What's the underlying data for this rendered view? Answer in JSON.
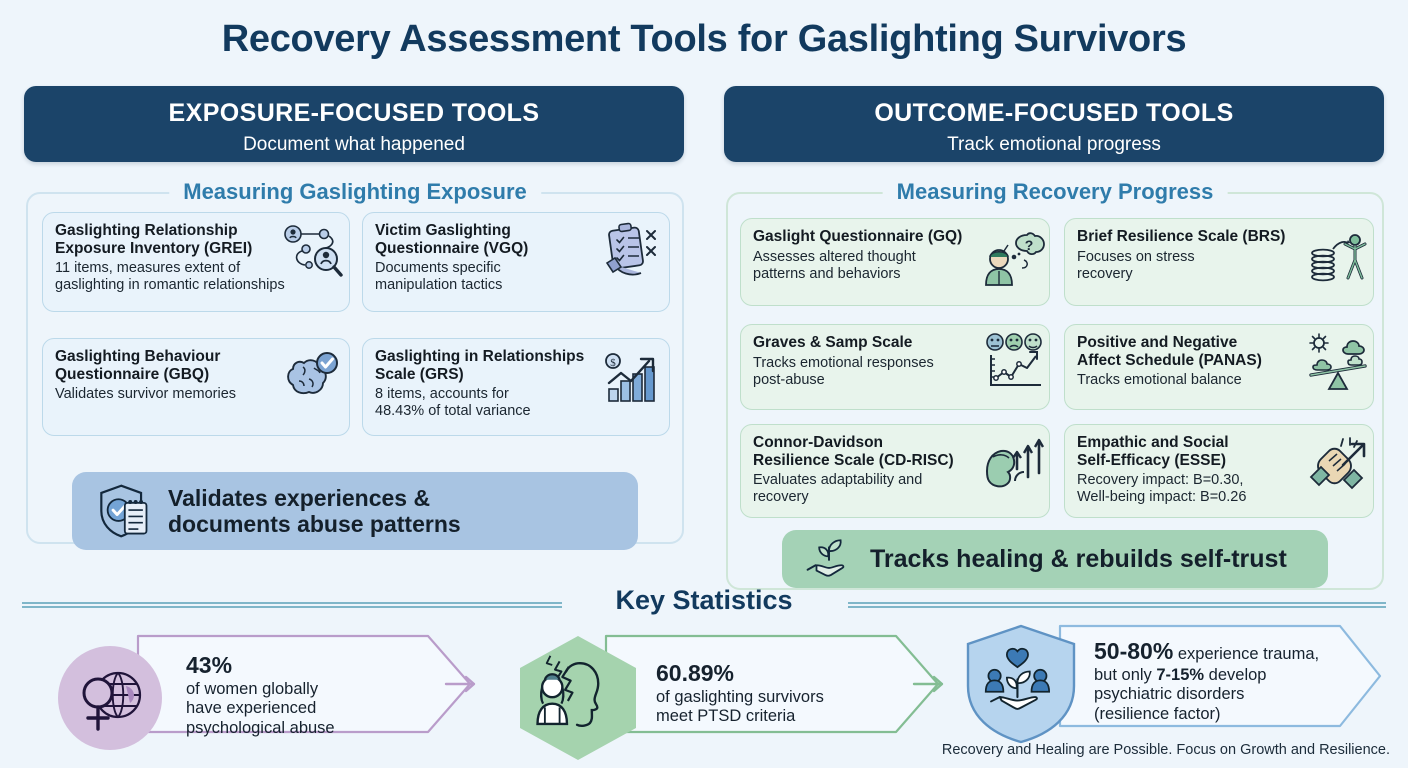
{
  "title": "Recovery Assessment Tools for Gaslighting Survivors",
  "columns": {
    "left": {
      "banner_title": "EXPOSURE-FOCUSED TOOLS",
      "banner_subtitle": "Document what happened",
      "legend": "Measuring Gaslighting Exposure",
      "summary": "Validates experiences &\ndocuments abuse patterns",
      "summary_icon": "shield-clipboard-check-icon",
      "cards": [
        {
          "title": "Gaslighting Relationship\nExposure Inventory (GREI)",
          "desc": "11 items, measures extent of\ngaslighting in romantic relationships",
          "icon": "network-magnifier-icon"
        },
        {
          "title": "Victim Gaslighting\nQuestionnaire (VGQ)",
          "desc": "Documents specific\nmanipulation tactics",
          "icon": "clipboard-checklist-hand-icon"
        },
        {
          "title": "Gaslighting Behaviour\nQuestionnaire (GBQ)",
          "desc": "Validates survivor memories",
          "icon": "brain-check-icon"
        },
        {
          "title": "Gaslighting in Relationships\nScale (GRS)",
          "desc": "8 items, accounts for\n48.43% of total variance",
          "icon": "bar-chart-arrow-icon"
        }
      ]
    },
    "right": {
      "banner_title": "OUTCOME-FOCUSED TOOLS",
      "banner_subtitle": "Track emotional progress",
      "legend": "Measuring Recovery Progress",
      "summary": "Tracks healing & rebuilds self-trust",
      "summary_icon": "sprout-in-hand-icon",
      "cards": [
        {
          "title": "Gaslight Questionnaire (GQ)",
          "desc": "Assesses altered thought\npatterns and behaviors",
          "icon": "person-thought-bubble-icon"
        },
        {
          "title": "Brief Resilience Scale (BRS)",
          "desc": "Focuses on stress\nrecovery",
          "icon": "spring-person-jump-icon"
        },
        {
          "title": "Graves & Samp Scale",
          "desc": "Tracks emotional responses\npost-abuse",
          "icon": "emoji-faces-line-chart-icon"
        },
        {
          "title": "Positive and Negative\nAffect Schedule (PANAS)",
          "desc": "Tracks emotional balance",
          "icon": "sun-cloud-seesaw-icon"
        },
        {
          "title": "Connor-Davidson\nResilience Scale (CD-RISC)",
          "desc": "Evaluates adaptability and\nrecovery",
          "icon": "flexed-arm-arrows-icon"
        },
        {
          "title": "Empathic and Social\nSelf-Efficacy (ESSE)",
          "desc": "Recovery impact: B=0.30,\nWell-being impact: B=0.26",
          "icon": "handshake-arrow-icon"
        }
      ]
    }
  },
  "key_statistics": {
    "heading": "Key Statistics",
    "items": [
      {
        "value": "43%",
        "text": "of women globally\nhave experienced\npsychological abuse",
        "icon": "female-globe-icon",
        "badge_color": "#d3bfdd",
        "chevron_color": "#b99cca"
      },
      {
        "value": "60.89%",
        "text": "of gaslighting survivors\nmeet PTSD criteria",
        "icon": "fractured-head-icon",
        "badge_color": "#a5d3ae",
        "chevron_color": "#83bd93"
      },
      {
        "value": "50-80%",
        "value_suffix": " experience trauma,",
        "text_line2_prefix": "but only ",
        "value2": "7-15%",
        "text_line2_suffix": " develop",
        "text_line3": "psychiatric disorders",
        "text_line4": "(resilience factor)",
        "icon": "shield-community-heart-icon",
        "badge_color": "#b6d4ee",
        "chevron_color": "#8dbadf"
      }
    ]
  },
  "footer": "Recovery and Healing are Possible. Focus on Growth and Resilience.",
  "colors": {
    "background": "#eef5fb",
    "banner": "#1b4469",
    "title": "#123a5e",
    "legend_blue": "#2f7cab",
    "card_blue_bg": "#e9f3fb",
    "card_green_bg": "#e8f4ec",
    "summary_blue": "#a8c4e2",
    "summary_green": "#a4d2b6"
  }
}
